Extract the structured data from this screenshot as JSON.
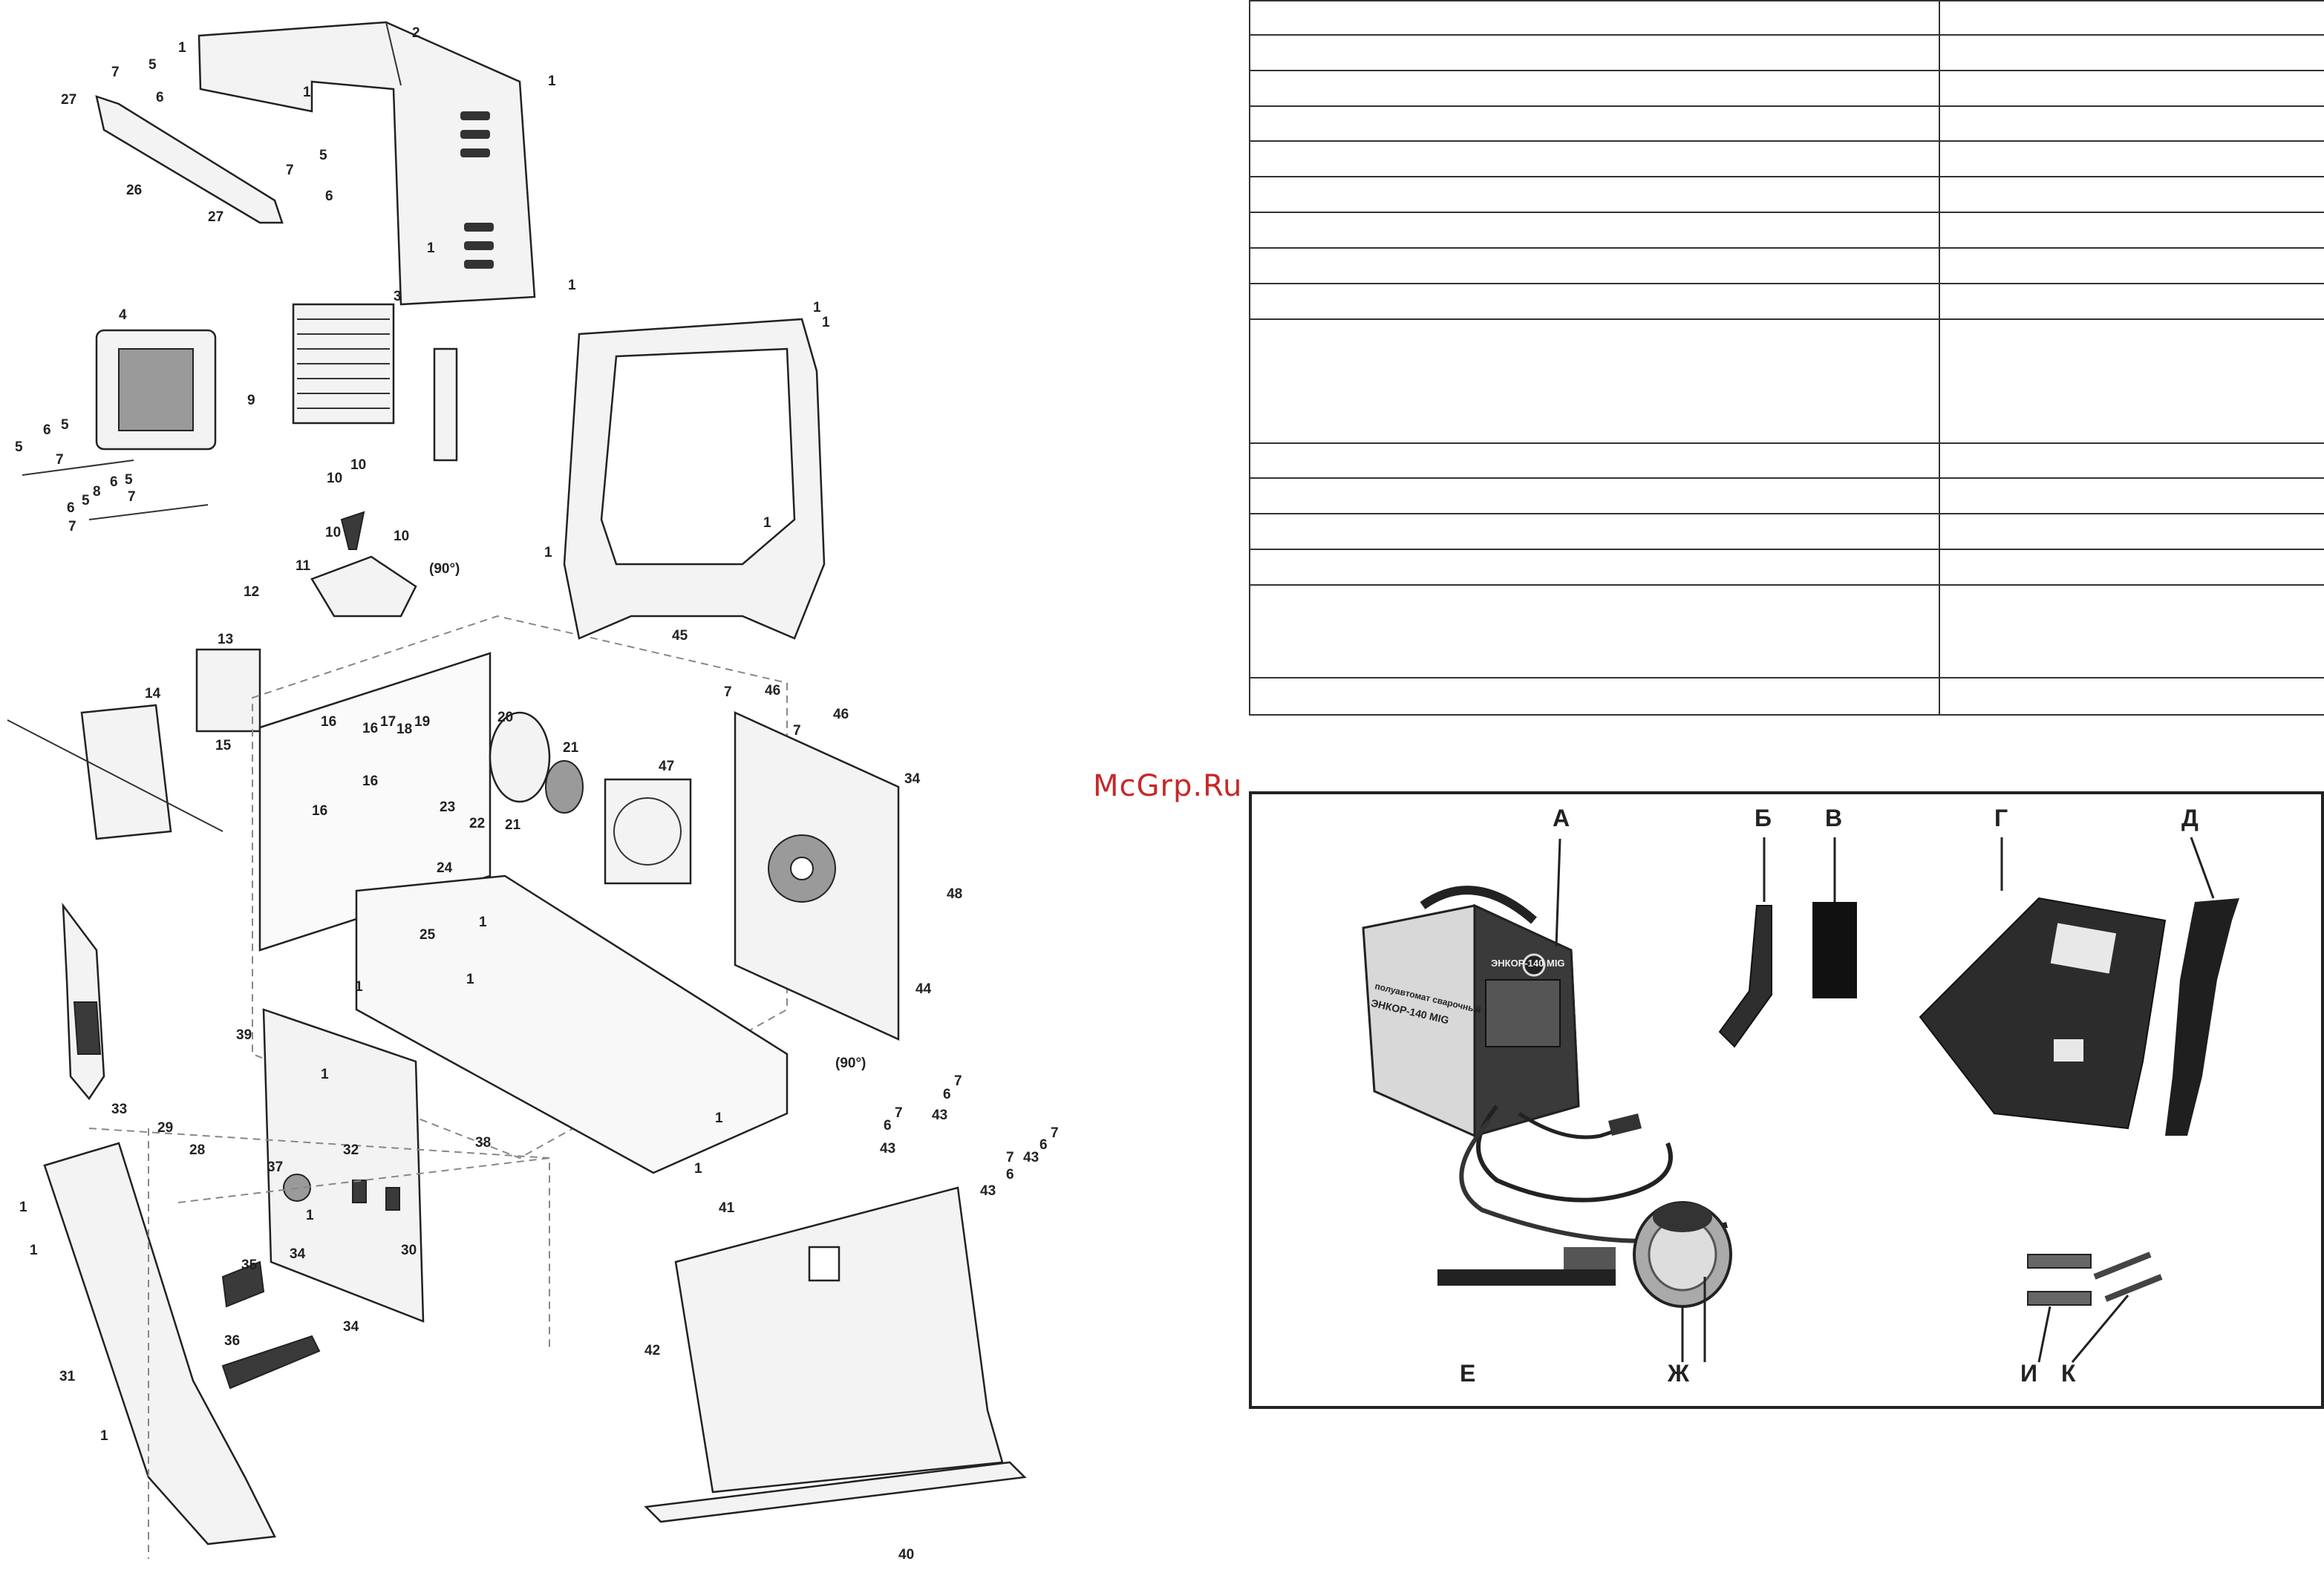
{
  "diagram": {
    "callouts": [
      {
        "id": "c1a",
        "text": "1"
      },
      {
        "id": "c2",
        "text": "2"
      },
      {
        "id": "c1b",
        "text": "1"
      },
      {
        "id": "c1c",
        "text": "1"
      },
      {
        "id": "c7a",
        "text": "7"
      },
      {
        "id": "c5a",
        "text": "5"
      },
      {
        "id": "c6a",
        "text": "6"
      },
      {
        "id": "c27a",
        "text": "27"
      },
      {
        "id": "c26",
        "text": "26"
      },
      {
        "id": "c5b",
        "text": "5"
      },
      {
        "id": "c7b",
        "text": "7"
      },
      {
        "id": "c6b",
        "text": "6"
      },
      {
        "id": "c27b",
        "text": "27"
      },
      {
        "id": "c1d",
        "text": "1"
      },
      {
        "id": "c1e",
        "text": "1"
      },
      {
        "id": "c1f",
        "text": "1"
      },
      {
        "id": "c4",
        "text": "4"
      },
      {
        "id": "c3",
        "text": "3"
      },
      {
        "id": "c9",
        "text": "9"
      },
      {
        "id": "c5c",
        "text": "5"
      },
      {
        "id": "c6c",
        "text": "6"
      },
      {
        "id": "c5d",
        "text": "5"
      },
      {
        "id": "c7c",
        "text": "7"
      },
      {
        "id": "c8",
        "text": "8"
      },
      {
        "id": "c6d",
        "text": "6"
      },
      {
        "id": "c5e",
        "text": "5"
      },
      {
        "id": "c7d",
        "text": "7"
      },
      {
        "id": "c6e",
        "text": "6"
      },
      {
        "id": "c5f",
        "text": "5"
      },
      {
        "id": "c7e",
        "text": "7"
      },
      {
        "id": "c10a",
        "text": "10"
      },
      {
        "id": "c10b",
        "text": "10"
      },
      {
        "id": "c10c",
        "text": "10"
      },
      {
        "id": "c10d",
        "text": "10"
      },
      {
        "id": "c11",
        "text": "11"
      },
      {
        "id": "c90a",
        "text": "(90°)"
      },
      {
        "id": "c12",
        "text": "12"
      },
      {
        "id": "c13",
        "text": "13"
      },
      {
        "id": "c14",
        "text": "14"
      },
      {
        "id": "c15",
        "text": "15"
      },
      {
        "id": "c16a",
        "text": "16"
      },
      {
        "id": "c16b",
        "text": "16"
      },
      {
        "id": "c16c",
        "text": "16"
      },
      {
        "id": "c16d",
        "text": "16"
      },
      {
        "id": "c17",
        "text": "17"
      },
      {
        "id": "c18",
        "text": "18"
      },
      {
        "id": "c19",
        "text": "19"
      },
      {
        "id": "c20",
        "text": "20"
      },
      {
        "id": "c21a",
        "text": "21"
      },
      {
        "id": "c21b",
        "text": "21"
      },
      {
        "id": "c23",
        "text": "23"
      },
      {
        "id": "c22",
        "text": "22"
      },
      {
        "id": "c24",
        "text": "24"
      },
      {
        "id": "c47",
        "text": "47"
      },
      {
        "id": "c1g",
        "text": "1"
      },
      {
        "id": "c1h",
        "text": "1"
      },
      {
        "id": "c1i",
        "text": "1"
      },
      {
        "id": "c45",
        "text": "45"
      },
      {
        "id": "c7f",
        "text": "7"
      },
      {
        "id": "c46a",
        "text": "46"
      },
      {
        "id": "c46b",
        "text": "46"
      },
      {
        "id": "c7g",
        "text": "7"
      },
      {
        "id": "c34a",
        "text": "34"
      },
      {
        "id": "c48",
        "text": "48"
      },
      {
        "id": "c25",
        "text": "25"
      },
      {
        "id": "c1j",
        "text": "1"
      },
      {
        "id": "c1k",
        "text": "1"
      },
      {
        "id": "c1l",
        "text": "1"
      },
      {
        "id": "c44",
        "text": "44"
      },
      {
        "id": "c90b",
        "text": "(90°)"
      },
      {
        "id": "c39",
        "text": "39"
      },
      {
        "id": "c1m",
        "text": "1"
      },
      {
        "id": "c33",
        "text": "33"
      },
      {
        "id": "c29",
        "text": "29"
      },
      {
        "id": "c28",
        "text": "28"
      },
      {
        "id": "c37",
        "text": "37"
      },
      {
        "id": "c32",
        "text": "32"
      },
      {
        "id": "c38",
        "text": "38"
      },
      {
        "id": "c1n",
        "text": "1"
      },
      {
        "id": "c1o",
        "text": "1"
      },
      {
        "id": "c1p",
        "text": "1"
      },
      {
        "id": "c30",
        "text": "30"
      },
      {
        "id": "c34b",
        "text": "34"
      },
      {
        "id": "c35",
        "text": "35"
      },
      {
        "id": "c34c",
        "text": "34"
      },
      {
        "id": "c36",
        "text": "36"
      },
      {
        "id": "c31",
        "text": "31"
      },
      {
        "id": "c1q",
        "text": "1"
      },
      {
        "id": "c1r",
        "text": "1"
      },
      {
        "id": "c1s",
        "text": "1"
      },
      {
        "id": "c41",
        "text": "41"
      },
      {
        "id": "c42",
        "text": "42"
      },
      {
        "id": "c40",
        "text": "40"
      },
      {
        "id": "c7h",
        "text": "7"
      },
      {
        "id": "c6f",
        "text": "6"
      },
      {
        "id": "c43a",
        "text": "43"
      },
      {
        "id": "c7i",
        "text": "7"
      },
      {
        "id": "c6g",
        "text": "6"
      },
      {
        "id": "c43b",
        "text": "43"
      },
      {
        "id": "c7j",
        "text": "7"
      },
      {
        "id": "c6h",
        "text": "6"
      },
      {
        "id": "c43c",
        "text": "43"
      },
      {
        "id": "c7k",
        "text": "7"
      },
      {
        "id": "c6i",
        "text": "6"
      },
      {
        "id": "c43d",
        "text": "43"
      }
    ]
  },
  "watermark": "McGrp.Ru",
  "kit": {
    "machine_panel_label": "ЭНКОР-140 MIG",
    "machine_side_label_1": "полуавтомат сварочный",
    "machine_side_label_2": "ЭНКОР-140 MIG",
    "labels": [
      {
        "id": "A",
        "text": "А"
      },
      {
        "id": "B",
        "text": "Б"
      },
      {
        "id": "V",
        "text": "В"
      },
      {
        "id": "G",
        "text": "Г"
      },
      {
        "id": "D",
        "text": "Д"
      },
      {
        "id": "E",
        "text": "Е"
      },
      {
        "id": "ZH",
        "text": "Ж"
      },
      {
        "id": "I",
        "text": "И"
      },
      {
        "id": "K",
        "text": "К"
      }
    ]
  }
}
